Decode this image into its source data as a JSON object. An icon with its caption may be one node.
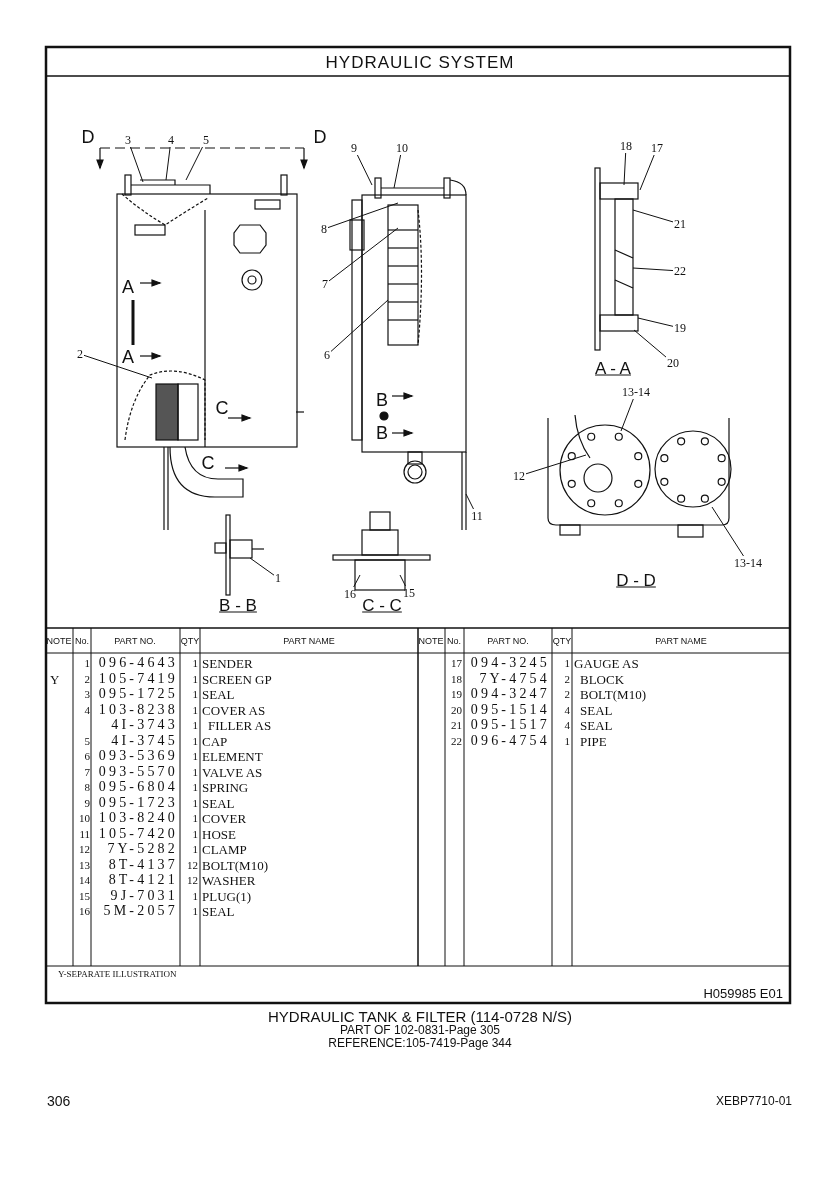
{
  "diagram": {
    "title": "HYDRAULIC SYSTEM",
    "caption": "HYDRAULIC TANK & FILTER (114-0728 N/S)",
    "nodes": [
      {
        "text": [
          "3"
        ]
      },
      {
        "text": [
          "4"
        ]
      },
      {
        "text": [
          "5"
        ]
      },
      {
        "text": [
          "9"
        ]
      },
      {
        "text": [
          "10"
        ]
      },
      {
        "text": [
          "18"
        ]
      },
      {
        "text": [
          "17"
        ]
      },
      {
        "text": [
          "8"
        ]
      },
      {
        "text": [
          "21"
        ]
      },
      {
        "text": [
          "7"
        ]
      },
      {
        "text": [
          "22"
        ]
      },
      {
        "text": [
          "6"
        ]
      },
      {
        "text": [
          "2"
        ]
      },
      {
        "text": [
          "19"
        ]
      },
      {
        "text": [
          "20"
        ]
      },
      {
        "text": [
          "13-14"
        ]
      },
      {
        "text": [
          "12"
        ]
      },
      {
        "text": [
          "11"
        ]
      },
      {
        "text": [
          "13-14"
        ]
      },
      {
        "text": [
          "1"
        ]
      },
      {
        "text": [
          "16"
        ]
      },
      {
        "text": [
          "15"
        ]
      },
      {
        "text": [],
        "shape": "picture"
      },
      {
        "text": [],
        "shape": "picture"
      },
      {
        "text": [],
        "shape": "picture"
      },
      {
        "text": [],
        "shape": "picture"
      },
      {
        "text": [],
        "shape": "picture"
      },
      {
        "text": [],
        "shape": "picture"
      }
    ],
    "edges": [
      {
        "from": 0,
        "to": 22,
        "arrow": "none"
      },
      {
        "from": 1,
        "to": 22,
        "arrow": "none"
      },
      {
        "from": 2,
        "to": 22,
        "arrow": "none"
      },
      {
        "from": 3,
        "to": 23,
        "arrow": "none"
      },
      {
        "from": 4,
        "to": 23,
        "arrow": "none"
      },
      {
        "from": 5,
        "to": 24,
        "arrow": "none"
      },
      {
        "from": 6,
        "to": 24,
        "arrow": "none"
      },
      {
        "from": 7,
        "to": 23,
        "arrow": "none"
      },
      {
        "from": 8,
        "to": 24,
        "arrow": "none"
      },
      {
        "from": 9,
        "to": 23,
        "arrow": "none"
      },
      {
        "from": 10,
        "to": 24,
        "arrow": "none"
      },
      {
        "from": 11,
        "to": 23,
        "arrow": "none"
      },
      {
        "from": 12,
        "to": 22,
        "arrow": "none"
      },
      {
        "from": 13,
        "to": 24,
        "arrow": "none"
      },
      {
        "from": 14,
        "to": 24,
        "arrow": "none"
      },
      {
        "from": 15,
        "to": 25,
        "arrow": "none"
      },
      {
        "from": 16,
        "to": 25,
        "arrow": "none"
      },
      {
        "from": 17,
        "to": 23,
        "arrow": "none"
      },
      {
        "from": 18,
        "to": 25,
        "arrow": "none"
      },
      {
        "from": 19,
        "to": 26,
        "arrow": "none"
      },
      {
        "from": 20,
        "to": 27,
        "arrow": "none"
      },
      {
        "from": 21,
        "to": 27,
        "arrow": "none"
      }
    ],
    "labels": [
      "D",
      "D",
      "A",
      "A",
      "C",
      "C",
      "B",
      "B",
      "B - B",
      "C - C",
      "A - A",
      "D - D",
      "NOTE",
      "No.",
      "PART NO.",
      "QTY",
      "PART NAME",
      "NOTE",
      "No.",
      "PART NO.",
      "QTY",
      "PART NAME",
      "1",
      "096-4643",
      "1",
      "SENDER",
      "Y",
      "2",
      "105-7419",
      "1",
      "SCREEN GP",
      "3",
      "095-1725",
      "1",
      "SEAL",
      "4",
      "103-8238",
      "1",
      "COVER AS",
      "4I-3743",
      "1",
      "FILLER AS",
      "5",
      "4I-3745",
      "1",
      "CAP",
      "6",
      "093-5369",
      "1",
      "ELEMENT",
      "7",
      "093-5570",
      "1",
      "VALVE AS",
      "8",
      "095-6804",
      "1",
      "SPRING",
      "9",
      "095-1723",
      "1",
      "SEAL",
      "10",
      "103-8240",
      "1",
      "COVER",
      "11",
      "105-7420",
      "1",
      "HOSE",
      "12",
      "7Y-5282",
      "1",
      "CLAMP",
      "13",
      "8T-4137",
      "12",
      "BOLT(M10)",
      "14",
      "8T-4121",
      "12",
      "WASHER",
      "15",
      "9J-7031",
      "1",
      "PLUG(1)",
      "16",
      "5M-2057",
      "1",
      "SEAL",
      "17",
      "094-3245",
      "1",
      "GAUGE AS",
      "18",
      "7Y-4754",
      "2",
      "BLOCK",
      "19",
      "094-3247",
      "2",
      "BOLT(M10)",
      "20",
      "095-1514",
      "4",
      "SEAL",
      "21",
      "095-1517",
      "4",
      "SEAL",
      "22",
      "096-4754",
      "1",
      "PIPE",
      "Y-SEPARATE ILLUSTRATION",
      "H059985 E01",
      "PART OF 102-0831-Page 305",
      "REFERENCE:105-7419-Page 344",
      "306",
      "XEBP7710-01"
    ]
  }
}
